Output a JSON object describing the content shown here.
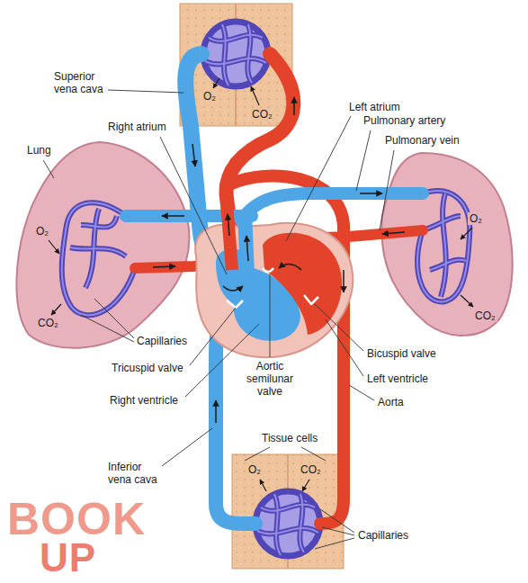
{
  "diagram": {
    "labels": [
      "Superior vena cava",
      "O₂",
      "CO₂",
      "Left atrium",
      "Pulmonary artery",
      "Pulmonary vein",
      "Right atrium",
      "Lung",
      "O₂",
      "O₂",
      "CO₂",
      "Capillaries",
      "CO₂",
      "Bicuspid valve",
      "Tricuspid valve",
      "Aortic semilunar valve",
      "Right ventricle",
      "Left ventricle",
      "Aorta",
      "Tissue cells",
      "O₂",
      "CO₂",
      "Inferior vena cava",
      "Capillaries",
      "BOOK",
      "UP"
    ]
  }
}
